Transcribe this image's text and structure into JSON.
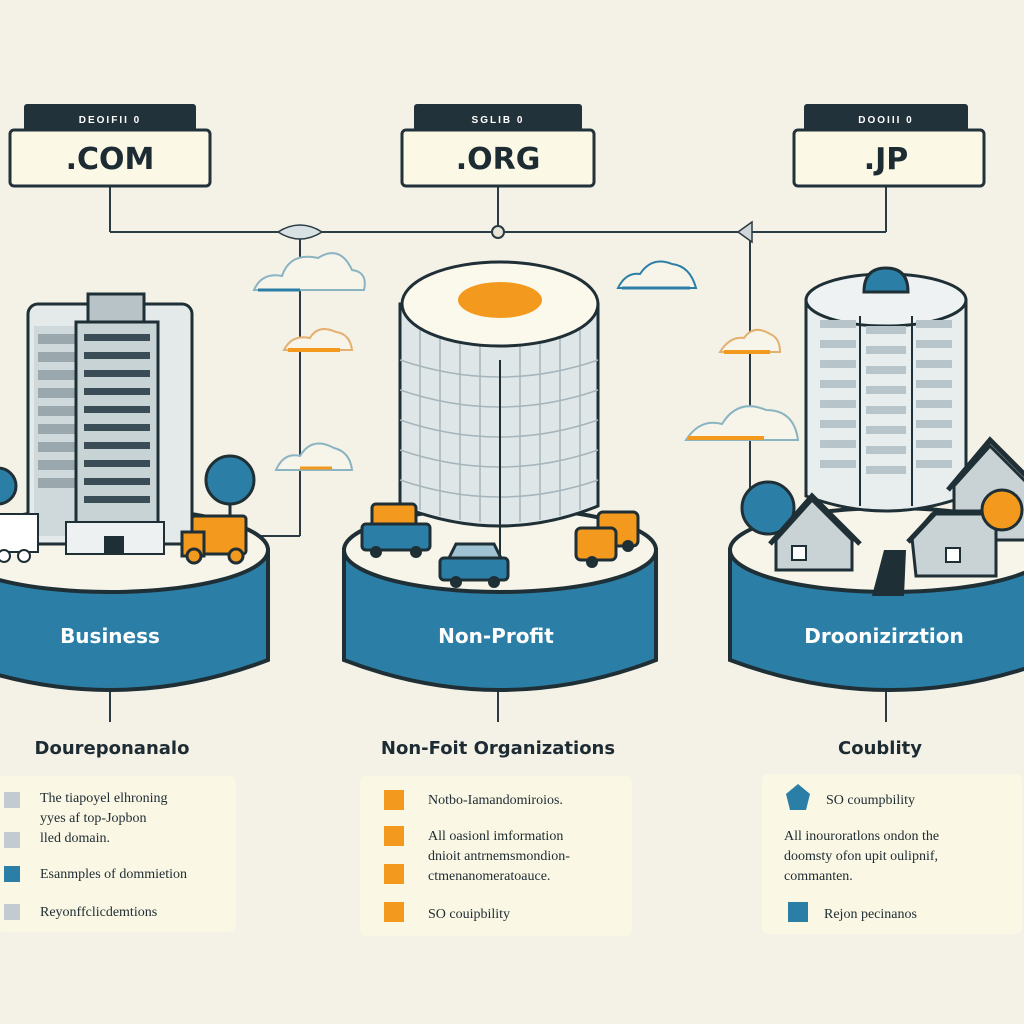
{
  "colors": {
    "background": "#f4f1e6",
    "teal": "#2b7fa6",
    "orange": "#f39a1e",
    "dark": "#1f2f36",
    "card": "#faf7e4"
  },
  "columns": [
    {
      "tag_caption": "DEOIFII 0",
      "domain": ".COM",
      "base_label": "Business",
      "heading": "Doureponanalo",
      "card_icon": "square-bullet-icon",
      "card_items": [
        "The tiapoyel elhroning",
        "yyes af top-Jopbon",
        "lled domain.",
        "Esanmples of dommietion",
        "Reyonffclicdemtions"
      ]
    },
    {
      "tag_caption": "SGLIB 0",
      "domain": ".ORG",
      "base_label": "Non-Profit",
      "heading": "Non-Foit Organizations",
      "card_icon": "square-bullet-icon",
      "card_items": [
        "Notbo-Iamandomiroios.",
        "All oasionl imformation",
        "dnioit antrnemsmondion-",
        "ctmenanomeratoauce.",
        "SO couipbility"
      ]
    },
    {
      "tag_caption": "DOOIII 0",
      "domain": ".JP",
      "base_label": "Droonizirztion",
      "heading": "Coublity",
      "card_icon": "pentagon-bullet-icon",
      "card_items": [
        "SO coumpbility",
        "All inouroratlons ondon the",
        "doomsty ofon upit oulipnif,",
        "commanten.",
        "Rejon pecinanos"
      ]
    }
  ]
}
